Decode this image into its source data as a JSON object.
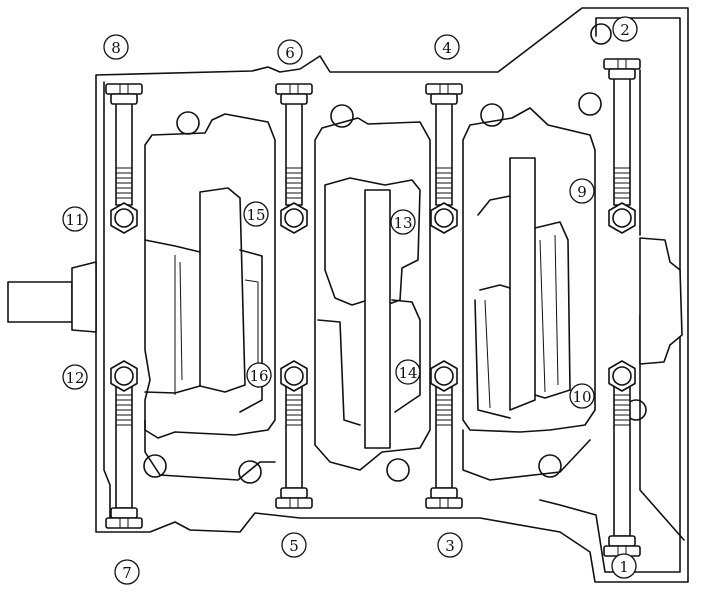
{
  "diagram": {
    "bolt_labels": [
      {
        "id": "label-1",
        "text": "1"
      },
      {
        "id": "label-2",
        "text": "2"
      },
      {
        "id": "label-3",
        "text": "3"
      },
      {
        "id": "label-4",
        "text": "4"
      },
      {
        "id": "label-5",
        "text": "5"
      },
      {
        "id": "label-6",
        "text": "6"
      },
      {
        "id": "label-7",
        "text": "7"
      },
      {
        "id": "label-8",
        "text": "8"
      },
      {
        "id": "label-9",
        "text": "9"
      },
      {
        "id": "label-10",
        "text": "10"
      },
      {
        "id": "label-11",
        "text": "11"
      },
      {
        "id": "label-12",
        "text": "12"
      },
      {
        "id": "label-13",
        "text": "13"
      },
      {
        "id": "label-14",
        "text": "14"
      },
      {
        "id": "label-15",
        "text": "15"
      },
      {
        "id": "label-16",
        "text": "16"
      }
    ]
  }
}
